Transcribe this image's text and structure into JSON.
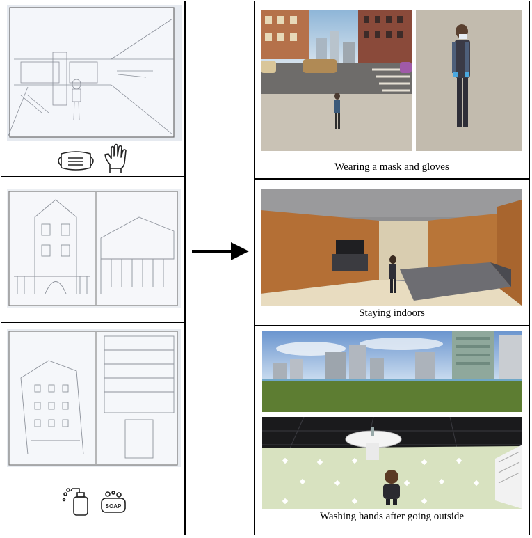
{
  "captions": {
    "row1": "Wearing a mask and gloves",
    "row2": "Staying indoors",
    "row3": "Washing hands after going outside"
  },
  "icons": {
    "row1": [
      "mask-icon",
      "gloves-icon"
    ],
    "row3": [
      "soap-dispenser-icon",
      "soap-bar-icon"
    ]
  },
  "soap_label": "SOAP",
  "arrow": "right-arrow"
}
